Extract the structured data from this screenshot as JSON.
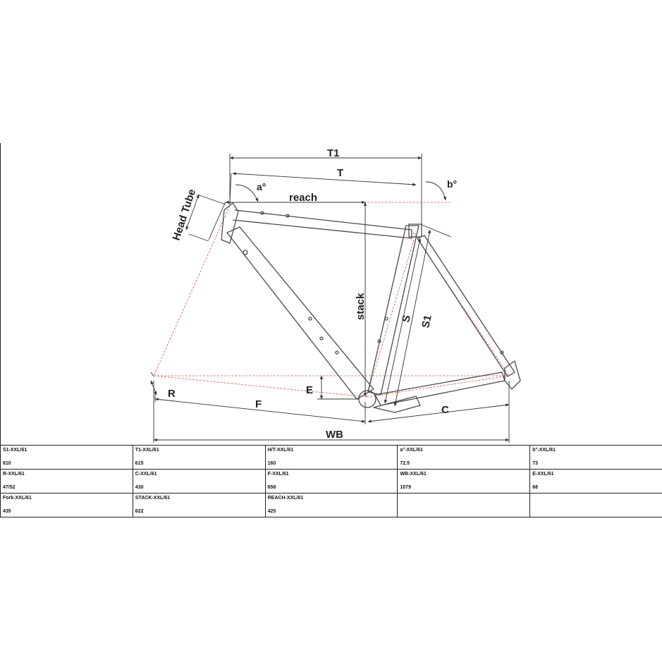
{
  "diagram": {
    "labels": {
      "t1": "T1",
      "t": "T",
      "reach": "reach",
      "head_tube": "Head Tube",
      "a_angle": "a°",
      "b_angle": "b°",
      "stack": "stack",
      "s": "S",
      "s1": "S1",
      "r": "R",
      "f": "F",
      "e": "E",
      "c": "C",
      "wb": "WB"
    },
    "colors": {
      "frame_line": "#4a4a4a",
      "guide_line": "#d9534f",
      "dim_line": "#333333"
    }
  },
  "spec_table": {
    "rows": [
      [
        {
          "label": "S1-XXL/61",
          "value": "610"
        },
        {
          "label": "T1-XXL/61",
          "value": "615"
        },
        {
          "label": "H/T-XXL/61",
          "value": "160"
        },
        {
          "label": "a°-XXL/61",
          "value": "72.5"
        },
        {
          "label": "b°-XXL/61",
          "value": "73"
        }
      ],
      [
        {
          "label": "R-XXL/61",
          "value": "47/52"
        },
        {
          "label": "C-XXL/61",
          "value": "430"
        },
        {
          "label": "F-XXL/61",
          "value": "658"
        },
        {
          "label": "WB-XXL/61",
          "value": "1079"
        },
        {
          "label": "E-XXL/61",
          "value": "68"
        }
      ],
      [
        {
          "label": "Fork-XXL/61",
          "value": "435"
        },
        {
          "label": "STACK-XXL/61",
          "value": "622"
        },
        {
          "label": "REACH-XXL/61",
          "value": "425"
        },
        {
          "label": "",
          "value": ""
        },
        {
          "label": "",
          "value": ""
        }
      ]
    ]
  }
}
